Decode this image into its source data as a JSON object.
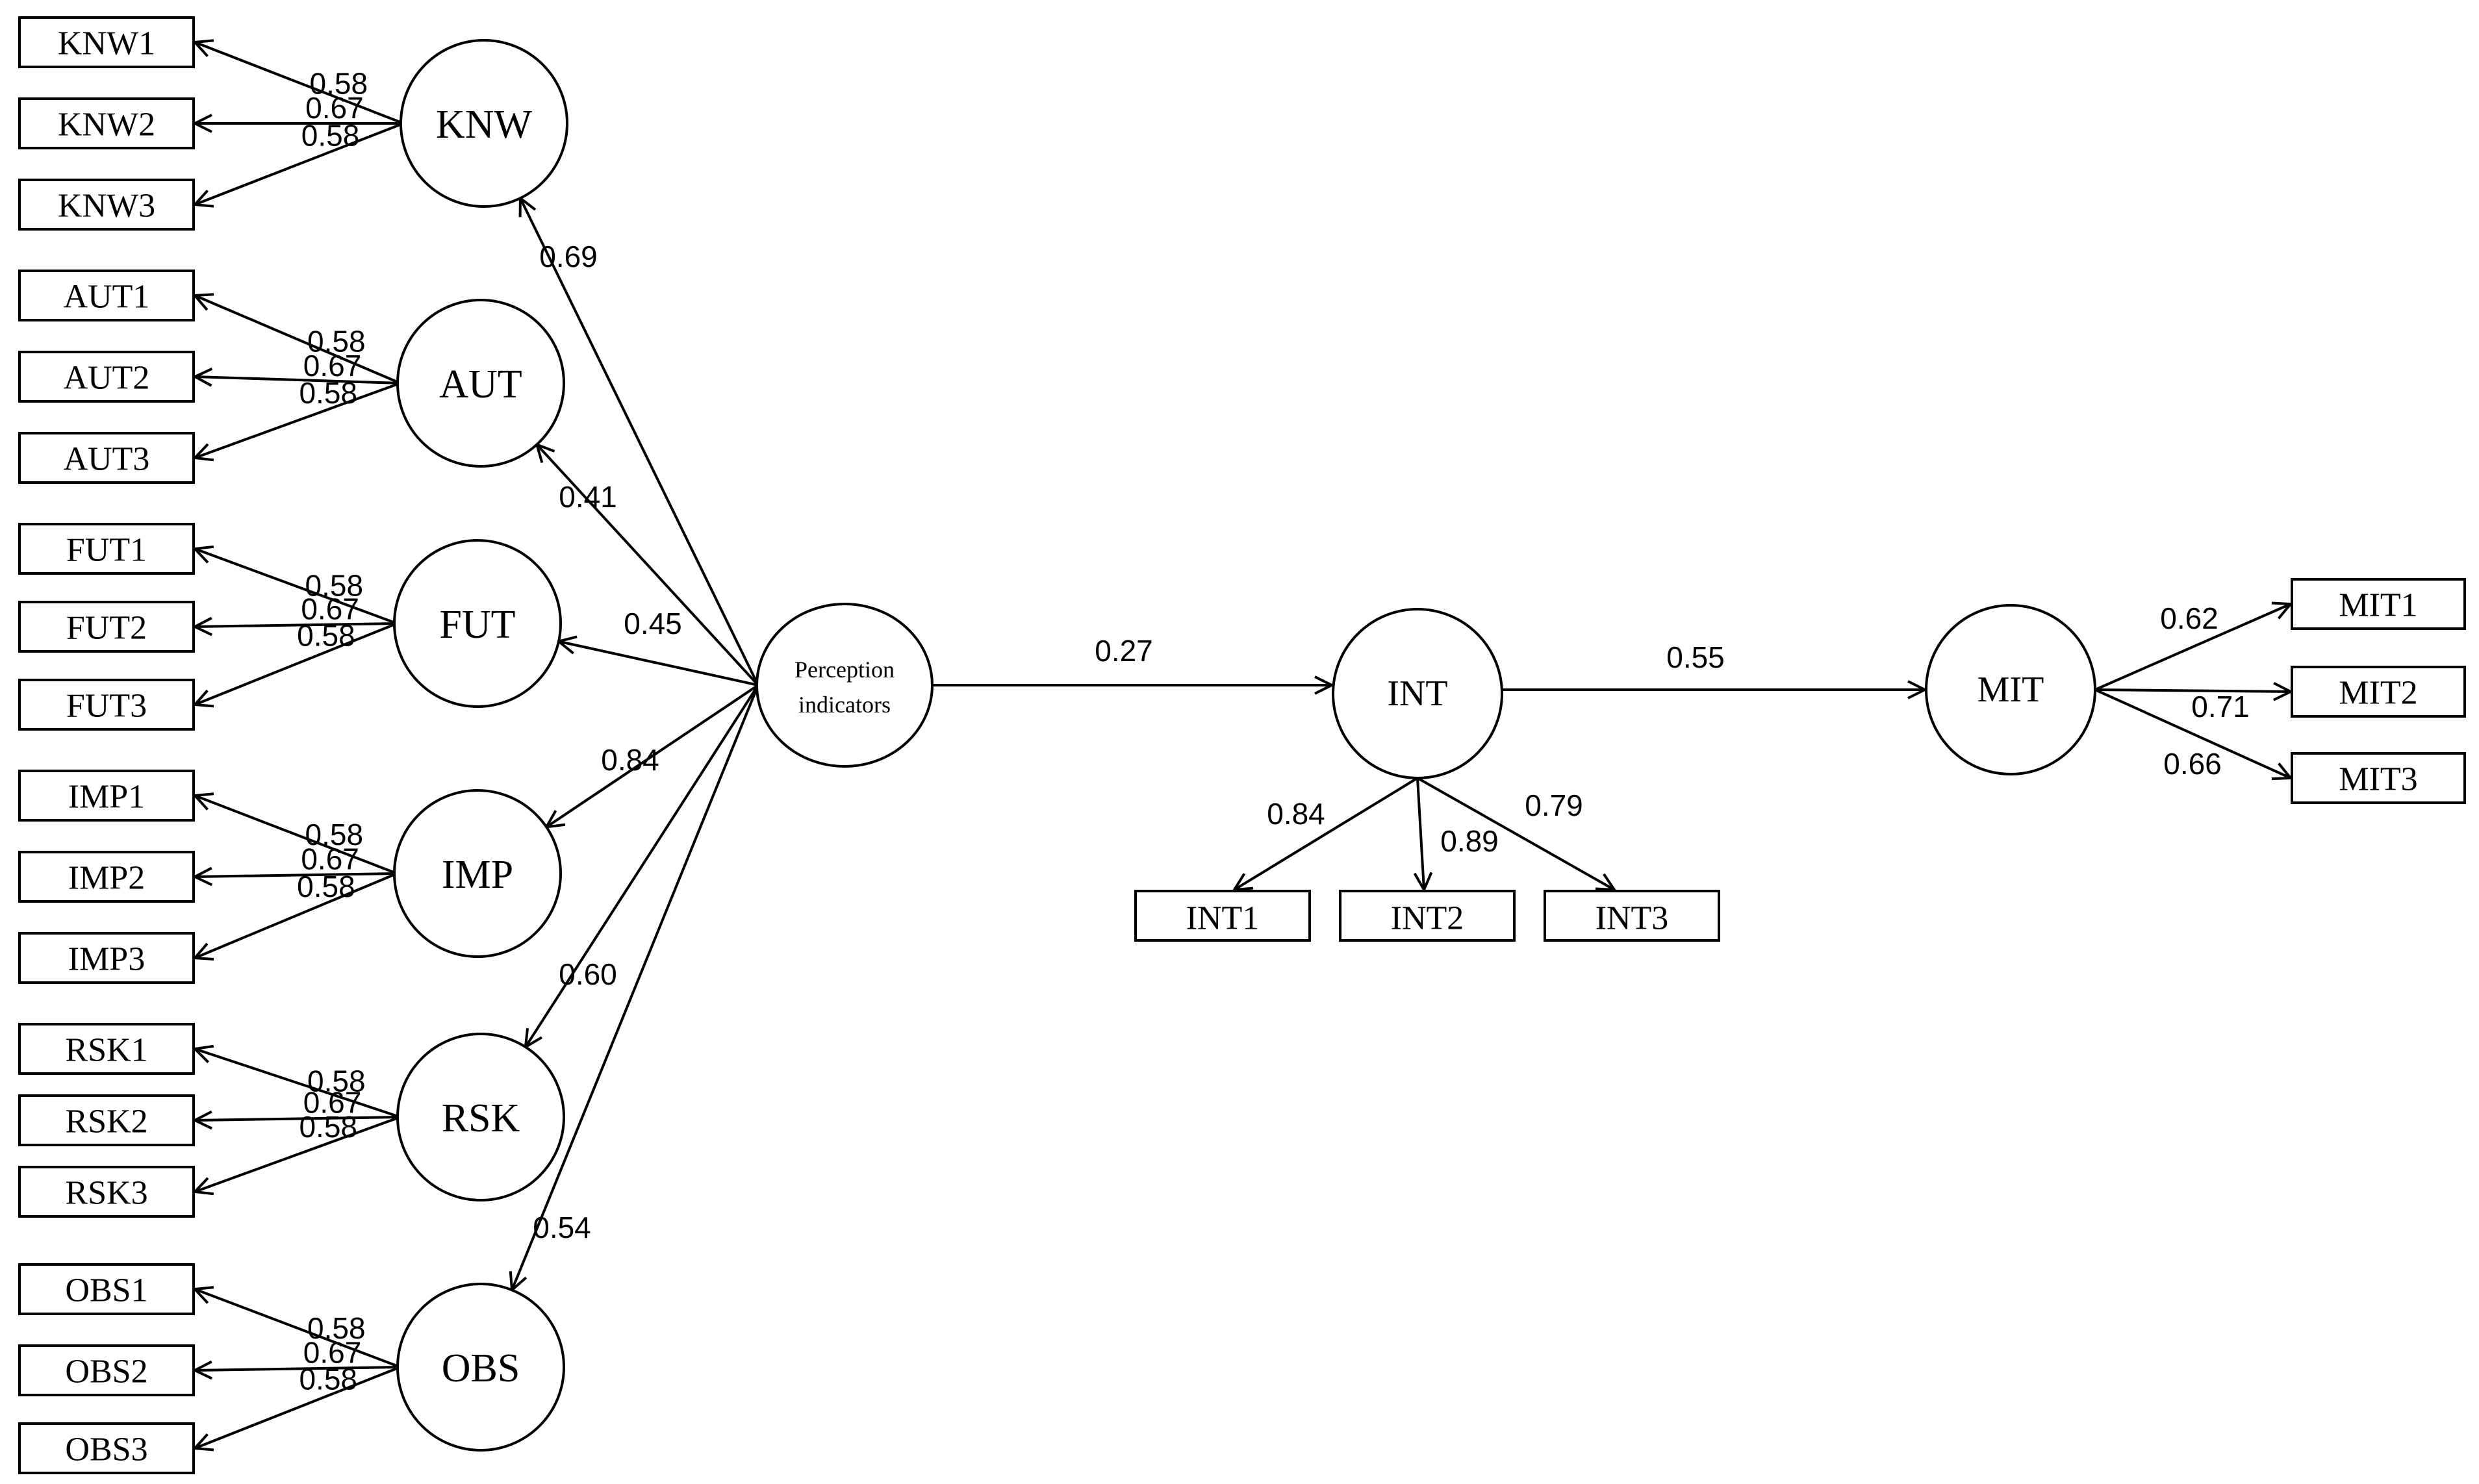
{
  "perception": {
    "label_line1": "Perception",
    "label_line2": "indicators"
  },
  "constructs": [
    {
      "id": "KNW",
      "label": "KNW",
      "path": "0.69",
      "items": [
        {
          "label": "KNW1",
          "loading": "0.58"
        },
        {
          "label": "KNW2",
          "loading": "0.67"
        },
        {
          "label": "KNW3",
          "loading": "0.58"
        }
      ]
    },
    {
      "id": "AUT",
      "label": "AUT",
      "path": "0.41",
      "items": [
        {
          "label": "AUT1",
          "loading": "0.58"
        },
        {
          "label": "AUT2",
          "loading": "0.67"
        },
        {
          "label": "AUT3",
          "loading": "0.58"
        }
      ]
    },
    {
      "id": "FUT",
      "label": "FUT",
      "path": "0.45",
      "items": [
        {
          "label": "FUT1",
          "loading": "0.58"
        },
        {
          "label": "FUT2",
          "loading": "0.67"
        },
        {
          "label": "FUT3",
          "loading": "0.58"
        }
      ]
    },
    {
      "id": "IMP",
      "label": "IMP",
      "path": "0.84",
      "items": [
        {
          "label": "IMP1",
          "loading": "0.58"
        },
        {
          "label": "IMP2",
          "loading": "0.67"
        },
        {
          "label": "IMP3",
          "loading": "0.58"
        }
      ]
    },
    {
      "id": "RSK",
      "label": "RSK",
      "path": "0.60",
      "items": [
        {
          "label": "RSK1",
          "loading": "0.58"
        },
        {
          "label": "RSK2",
          "loading": "0.67"
        },
        {
          "label": "RSK3",
          "loading": "0.58"
        }
      ]
    },
    {
      "id": "OBS",
      "label": "OBS",
      "path": "0.54",
      "items": [
        {
          "label": "OBS1",
          "loading": "0.58"
        },
        {
          "label": "OBS2",
          "loading": "0.67"
        },
        {
          "label": "OBS3",
          "loading": "0.58"
        }
      ]
    }
  ],
  "int": {
    "label": "INT",
    "path_from_perception": "0.27",
    "items": [
      {
        "label": "INT1",
        "loading": "0.84"
      },
      {
        "label": "INT2",
        "loading": "0.89"
      },
      {
        "label": "INT3",
        "loading": "0.79"
      }
    ]
  },
  "mit": {
    "label": "MIT",
    "path_from_int": "0.55",
    "items": [
      {
        "label": "MIT1",
        "loading": "0.62"
      },
      {
        "label": "MIT2",
        "loading": "0.71"
      },
      {
        "label": "MIT3",
        "loading": "0.66"
      }
    ]
  },
  "colors": {
    "stroke": "#000000",
    "background": "#ffffff"
  }
}
